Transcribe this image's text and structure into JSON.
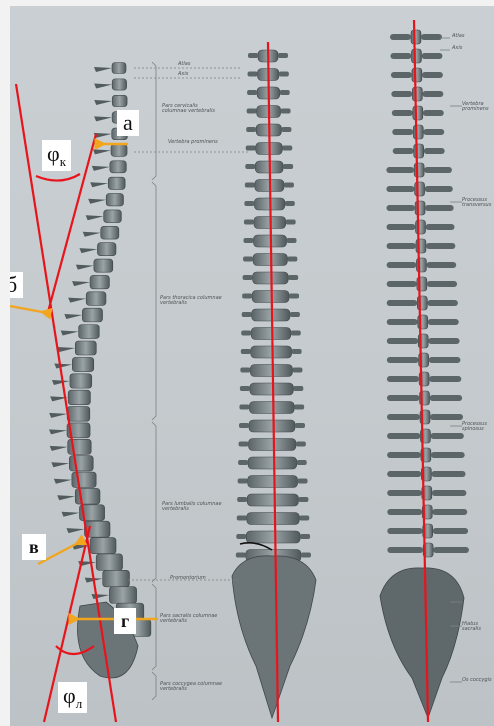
{
  "figure": {
    "markers": {
      "a": "а",
      "b": "б",
      "v": "в",
      "g": "г"
    },
    "angles": {
      "cervical": {
        "symbol": "φ",
        "subscript": "к"
      },
      "lumbar": {
        "symbol": "φ",
        "subscript": "л"
      }
    },
    "anatomy_labels": {
      "atlas": "Atlas",
      "axis": "Axis",
      "pars_cervicalis": "Pars cervicalis columnae vertebralis",
      "vertebra_prominens": "Vertebra prominens",
      "pars_thoracica": "Pars thoracica columnae vertebralis",
      "pars_lumbalis": "Pars lumbalis columnae vertebralis",
      "promontorium": "Promontorium",
      "pars_sacralis": "Pars sacralis columnae vertebralis",
      "pars_coccygea": "Pars coccygea columnae vertebralis",
      "atlas_right": "Atlas",
      "axis_right": "Axis",
      "vertebra_prominens_right": "Vertebra prominens",
      "processus_transversus": "Processus transversus",
      "processus_spinosus": "Processus spinosus",
      "hiatus": "Hiatus sacralis",
      "os_coccygis": "Os coccygis"
    },
    "colors": {
      "line_red": "#e8141c",
      "arrow_orange": "#f2a51e",
      "bone": "#6f787b",
      "background": "#c6ccce"
    }
  }
}
